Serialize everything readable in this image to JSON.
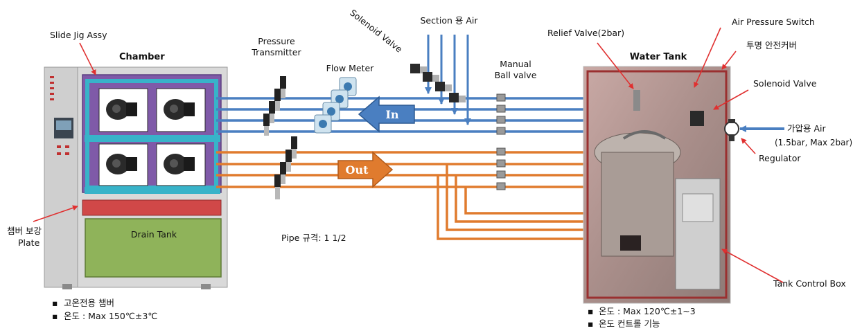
{
  "chamber": {
    "title": "Chamber",
    "jig_label": "Slide Jig Assy",
    "drain_label": "Drain Tank",
    "plate_label_line1": "챔버 보강",
    "plate_label_line2": "Plate",
    "notes": [
      "고온전용 챔버",
      "온도 : Max 150℃±3℃"
    ]
  },
  "piping": {
    "pressure_transmitter_line1": "Pressure",
    "pressure_transmitter_line2": "Transmitter",
    "flow_meter": "Flow Meter",
    "solenoid_valve": "Solenoid Valve",
    "section_air": "Section 용 Air",
    "manual_ball_valve_line1": "Manual",
    "manual_ball_valve_line2": "Ball valve",
    "in_label": "In",
    "out_label": "Out",
    "pipe_spec": "Pipe 규격:  1 1/2"
  },
  "water_tank": {
    "title": "Water Tank",
    "relief_valve": "Relief Valve(2bar)",
    "air_pressure_switch": "Air Pressure Switch",
    "cover": "투명 안전커버",
    "solenoid_valve": "Solenoid Valve",
    "air_line1": "가압용 Air",
    "air_line2": "(1.5bar, Max 2bar)",
    "regulator": "Regulator",
    "control_box": "Tank Control Box",
    "notes": [
      "온도 : Max 120℃±1~3",
      "온도 컨트롤 기능"
    ]
  },
  "colors": {
    "inlet_pipe": "#4a7fc1",
    "outlet_pipe": "#e07b2e",
    "chamber_purple": "#7f5aa8",
    "jig_cyan": "#38b3c9",
    "drain_green": "#8fb35a",
    "plate_red": "#d04848",
    "callout_red": "#e03030"
  }
}
